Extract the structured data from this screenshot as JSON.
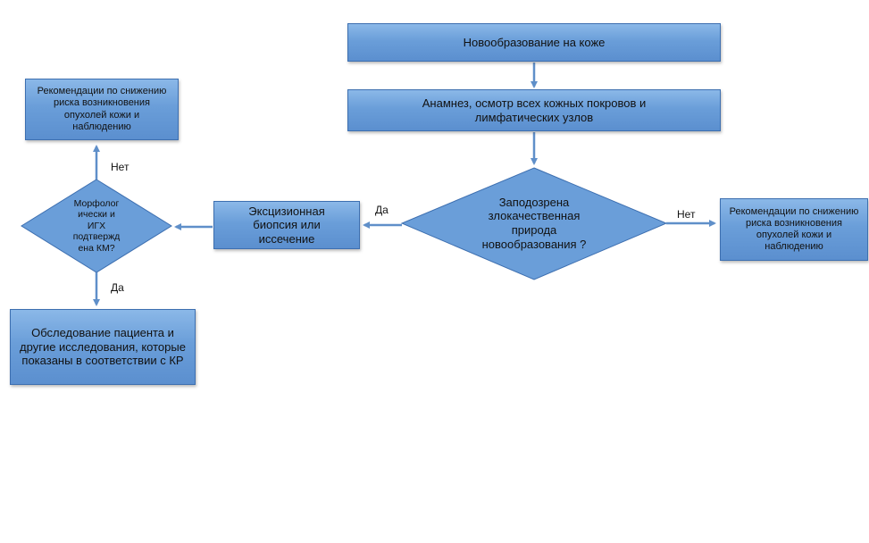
{
  "colors": {
    "fill": "#6a9ed9",
    "border": "#3d6fb0",
    "arrow": "#5f8fc9"
  },
  "nodes": {
    "skin_neoplasm": "Новообразование на коже",
    "anamnesis": "Анамнез, осмотр всех кожных покровов и лимфатических узлов",
    "malignancy_question": "Заподозрена злокачественная природа новообразования ?",
    "recommendations_right": "Рекомендации по снижению риска возникновения опухолей кожи и наблюдению",
    "excision": "Эксцизионная биопсия или иссечение",
    "morphology_question_lines": [
      "Морфолог",
      "ически и",
      "ИГХ",
      "подтвержд",
      "ена КМ?"
    ],
    "recommendations_left": "Рекомендации по снижению риска возникновения опухолей кожи и наблюдению",
    "examination": "Обследование пациента и другие исследования, которые показаны в соответствии с КР"
  },
  "edge_labels": {
    "malignancy_yes": "Да",
    "malignancy_no": "Нет",
    "morphology_no": "Нет",
    "morphology_yes": "Да"
  }
}
